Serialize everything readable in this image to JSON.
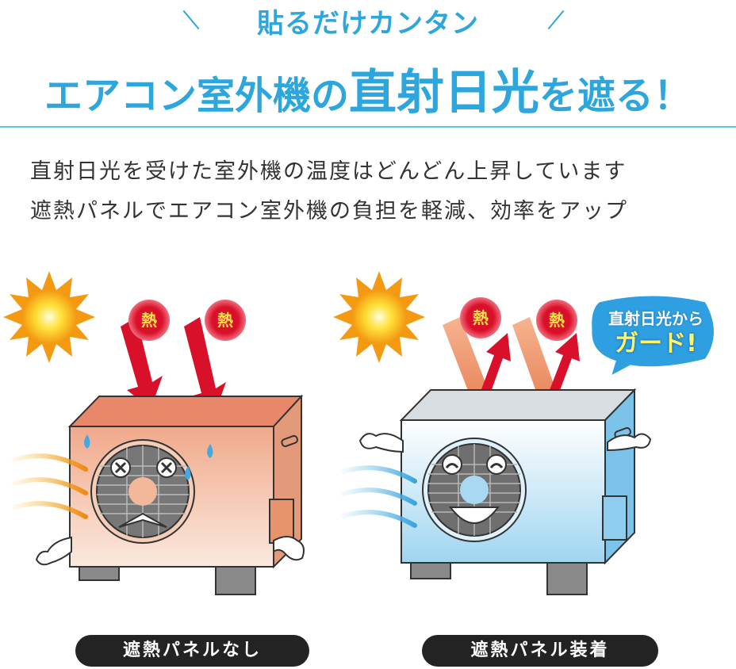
{
  "header": {
    "tagline": "貼るだけカンタン",
    "headline_part1": "エアコン室外機の",
    "headline_part2": "直射日光",
    "headline_part3": "を遮る！"
  },
  "description": {
    "line1": "直射日光を受けた室外機の温度はどんどん上昇しています",
    "line2": "遮熱パネルでエアコン室外機の負担を軽減、効率をアップ"
  },
  "left_scene": {
    "heat_labels": [
      "熱",
      "熱"
    ],
    "caption": "遮熱パネルなし"
  },
  "right_scene": {
    "heat_labels": [
      "熱",
      "熱"
    ],
    "bubble_line1": "直射日光から",
    "bubble_line2": "ガード!",
    "caption": "遮熱パネル装着"
  },
  "colors": {
    "accent_blue": "#2da6de",
    "heat_red": "#d9102a",
    "hot_unit": "#f2b08f",
    "cool_unit": "#a9d9f2",
    "pill_bg": "#232323"
  }
}
